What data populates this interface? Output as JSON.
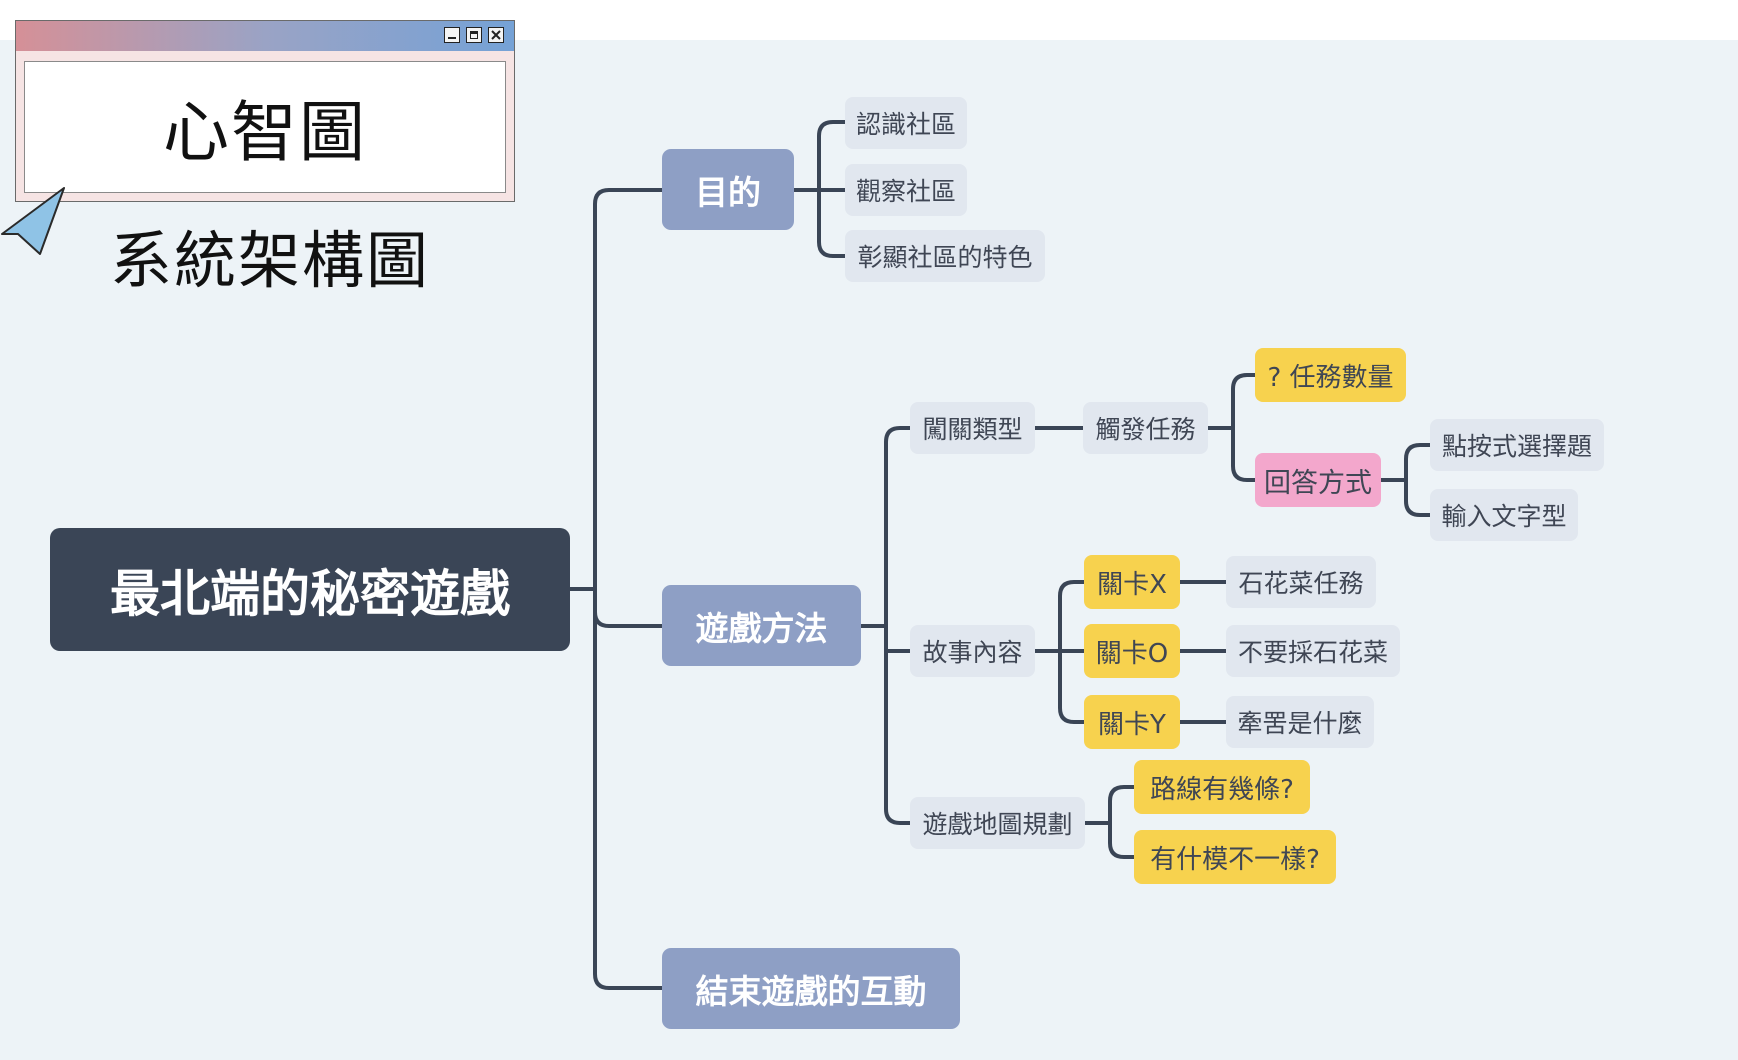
{
  "callout": {
    "title": "心智圖",
    "caption": "系統架構圖"
  },
  "mindmap": {
    "root": "最北端的秘密遊戲",
    "purpose": {
      "label": "目的",
      "children": [
        "認識社區",
        "觀察社區",
        "彰顯社區的特色"
      ]
    },
    "method": {
      "label": "遊戲方法",
      "gate_type": {
        "label": "闖關類型",
        "trigger": {
          "label": "觸發任務",
          "task_count": "? 任務數量",
          "answer_mode": {
            "label": "回答方式",
            "children": [
              "點按式選擇題",
              "輸入文字型"
            ]
          }
        }
      },
      "story": {
        "label": "故事內容",
        "levels": [
          {
            "label": "關卡X",
            "content": "石花菜任務"
          },
          {
            "label": "關卡O",
            "content": "不要採石花菜"
          },
          {
            "label": "關卡Y",
            "content": "牽罟是什麼"
          }
        ]
      },
      "map_plan": {
        "label": "遊戲地圖規劃",
        "children": [
          "路線有幾條?",
          "有什模不一樣?"
        ]
      }
    },
    "ending": {
      "label": "結束遊戲的互動"
    }
  },
  "colors": {
    "root": "#3a4556",
    "main_topic": "#8e9fc5",
    "subtopic": "#e1e7ef",
    "highlight_yellow": "#f7d24e",
    "highlight_pink": "#f3a7cc",
    "connector": "#3a4556",
    "canvas": "#edf3f7"
  }
}
